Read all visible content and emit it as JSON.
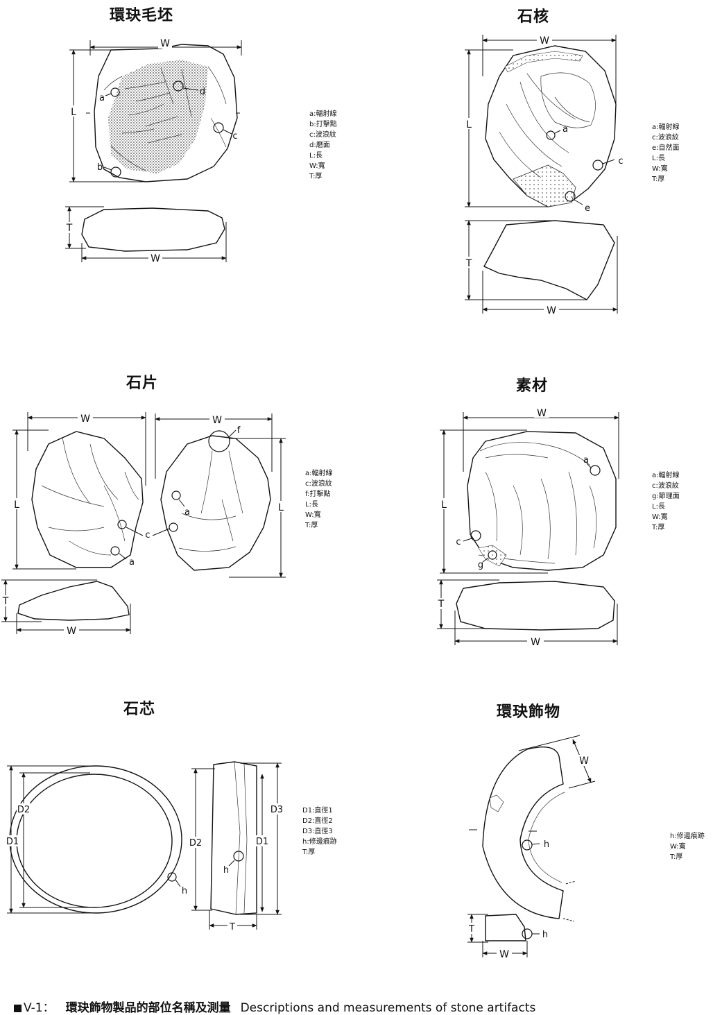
{
  "panels": {
    "blank": {
      "title": "環玦毛坯",
      "legend": [
        "a:輻射線",
        "b:打擊點",
        "c:波浪紋",
        "d:磨面",
        "L:長",
        "W:寬",
        "T:厚"
      ],
      "labels": {
        "w_top": "W",
        "l": "L",
        "t": "T",
        "w_bottom": "W",
        "a": "a",
        "b": "b",
        "c": "c",
        "d": "d"
      }
    },
    "core": {
      "title": "石核",
      "legend": [
        "a:輻射線",
        "c:波浪紋",
        "e:自然面",
        "L:長",
        "W:寬",
        "T:厚"
      ],
      "labels": {
        "w_top": "W",
        "l": "L",
        "t": "T",
        "w_bottom": "W",
        "a": "a",
        "c": "c",
        "e": "e"
      }
    },
    "flake": {
      "title": "石片",
      "legend": [
        "a:輻射線",
        "c:波浪紋",
        "f:打擊點",
        "L:長",
        "W:寬",
        "T:厚"
      ],
      "labels": {
        "w_left": "W",
        "w_right": "W",
        "l_left": "L",
        "l_right": "L",
        "t": "T",
        "w_bottom": "W",
        "a1": "a",
        "a2": "a",
        "c": "c",
        "f": "f"
      }
    },
    "material": {
      "title": "素材",
      "legend": [
        "a:輻射線",
        "c:波浪紋",
        "g:節理面",
        "L:長",
        "W:寬",
        "T:厚"
      ],
      "labels": {
        "w_top": "W",
        "l": "L",
        "t": "T",
        "w_bottom": "W",
        "a": "a",
        "c": "c",
        "g": "g"
      }
    },
    "disc": {
      "title": "石芯",
      "legend": [
        "D1:直徑1",
        "D2:直徑2",
        "D3:直徑3",
        "h:修邊痕跡",
        "T:厚"
      ],
      "labels": {
        "d1": "D1",
        "d2": "D2",
        "d1b": "D1",
        "d2b": "D2",
        "d3": "D3",
        "h1": "h",
        "h2": "h",
        "t": "T"
      }
    },
    "ornament": {
      "title": "環玦飾物",
      "legend": [
        "h:修邊痕跡",
        "W:寬",
        "T:厚"
      ],
      "labels": {
        "w": "W",
        "h1": "h",
        "h2": "h",
        "t": "T",
        "w_bottom": "W"
      }
    }
  },
  "caption": {
    "figure_no": "V-1：",
    "title_zh": "環玦飾物製品的部位名稱及測量",
    "title_en": "Descriptions and measurements of stone artifacts"
  }
}
